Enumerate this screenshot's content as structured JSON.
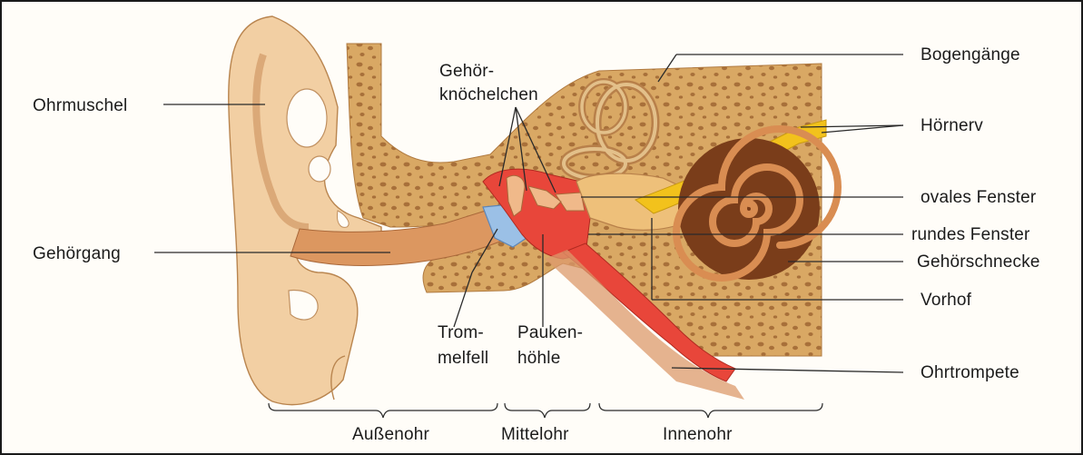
{
  "labels": {
    "ohrmuschel": "Ohrmuschel",
    "gehoergang": "Gehörgang",
    "gehoerknoechelchen_1": "Gehör-",
    "gehoerknoechelchen_2": "knöchelchen",
    "trommelfell_1": "Trom-",
    "trommelfell_2": "melfell",
    "paukenhoehle_1": "Pauken-",
    "paukenhoehle_2": "höhle",
    "bogengaenge": "Bogengänge",
    "hoernerv": "Hörnerv",
    "ovales_fenster": "ovales Fenster",
    "rundes_fenster": "rundes Fenster",
    "gehoerschnecke": "Gehörschnecke",
    "vorhof": "Vorhof",
    "ohrtrompete": "Ohrtrompete"
  },
  "regions": {
    "aussenohr": "Außenohr",
    "mittelohr": "Mittelohr",
    "innenohr": "Innenohr"
  },
  "colors": {
    "skin": "#f2cfa3",
    "skin_dark": "#d9935e",
    "canal": "#dc9760",
    "bone": "#d9a864",
    "bone_hole": "#a8703a",
    "eardrum": "#9bc0e6",
    "middle_ear": "#e8463a",
    "cochlea": "#7a3d1a",
    "nerve": "#f2c21c"
  }
}
